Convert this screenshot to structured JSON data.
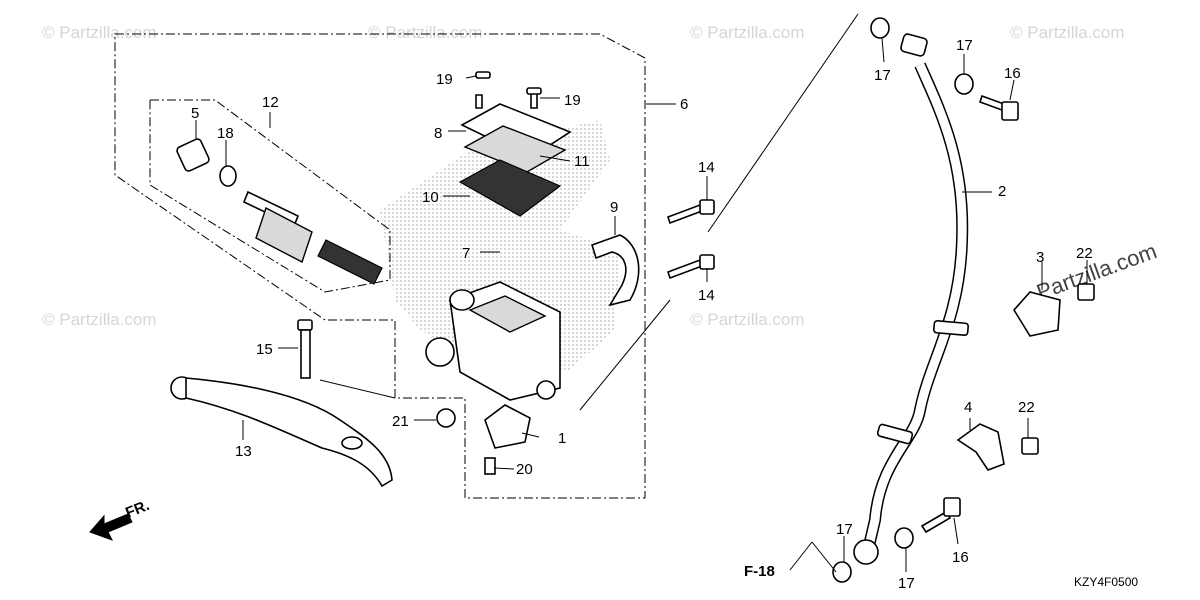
{
  "watermark": {
    "text": "© Partzilla.com",
    "brand": "Partzilla.com"
  },
  "diagram_code": "KZY4F0500",
  "reference": {
    "label": "F-18",
    "direction": "FR."
  },
  "callouts": {
    "c1": "1",
    "c2": "2",
    "c3": "3",
    "c4": "4",
    "c5": "5",
    "c6": "6",
    "c7": "7",
    "c8": "8",
    "c9": "9",
    "c10": "10",
    "c11": "11",
    "c12": "12",
    "c13": "13",
    "c14a": "14",
    "c14b": "14",
    "c15": "15",
    "c16a": "16",
    "c16b": "16",
    "c17a": "17",
    "c17b": "17",
    "c17c": "17",
    "c17d": "17",
    "c18": "18",
    "c19a": "19",
    "c19b": "19",
    "c20": "20",
    "c21": "21",
    "c22a": "22",
    "c22b": "22"
  }
}
